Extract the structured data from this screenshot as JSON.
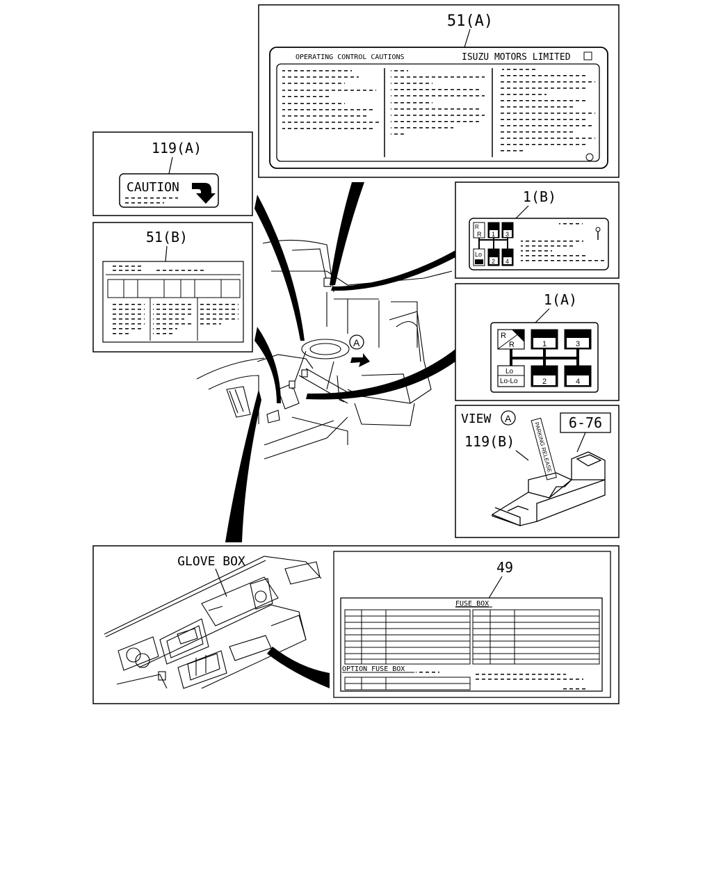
{
  "callouts": {
    "label_51a": "51(A)",
    "label_51b": "51(B)",
    "label_119a": "119(A)",
    "label_119b": "119(B)",
    "label_1a": "1(A)",
    "label_1b": "1(B)",
    "label_49": "49",
    "label_6_76": "6-76",
    "view_a": "VIEW",
    "view_marker": "A",
    "cab_marker": "A"
  },
  "labels": {
    "operating_control_cautions": "OPERATING CONTROL CAUTIONS",
    "isuzu": "ISUZU MOTORS LIMITED",
    "caution": "CAUTION",
    "glove_box": "GLOVE BOX",
    "fuse_box": "FUSE BOX",
    "option_fuse_box": "OPTION FUSE BOX",
    "parking_release": "PARKING RELEASE"
  },
  "shift_1a": {
    "r": "R",
    "r2": "R",
    "g1": "1",
    "g2": "2",
    "g3": "3",
    "g4": "4",
    "lo": "Lo",
    "lolo": "Lo-Lo"
  },
  "shift_1b": {
    "r": "R",
    "g1": "1",
    "g2": "2",
    "g3": "3",
    "g4": "4",
    "lo": "Lo"
  }
}
